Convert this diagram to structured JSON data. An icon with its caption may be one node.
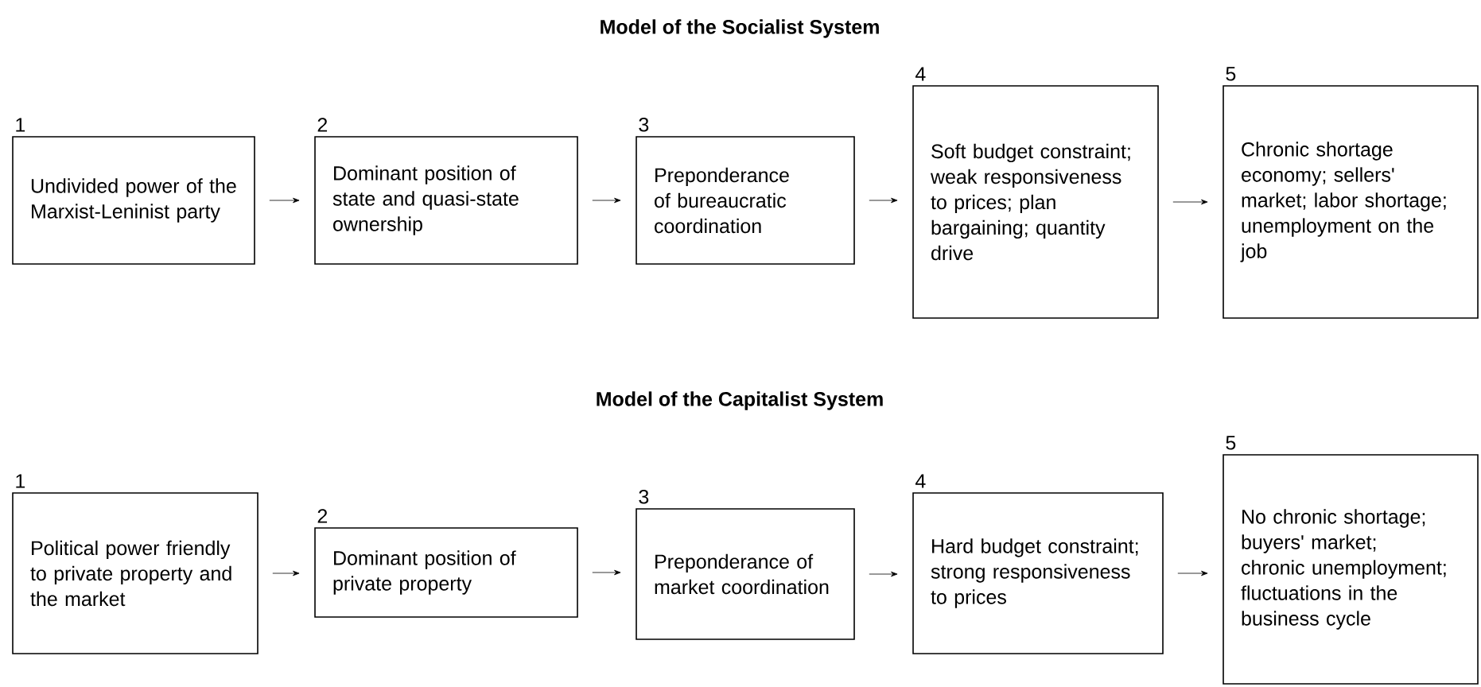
{
  "diagram": {
    "nodes": [
      {
        "text": [
          "Undivided power of the Marxist-Leninist party"
        ],
        "beside": [
          "1"
        ]
      },
      {
        "text": [
          "Dominant position of state and quasi-state ownership"
        ],
        "beside": [
          "2"
        ]
      },
      {
        "text": [
          "Preponderance of bureaucratic coordination"
        ],
        "beside": [
          "3"
        ]
      },
      {
        "text": [
          "Soft budget constraint; weak responsiveness to prices; plan bargaining; quantity drive"
        ],
        "beside": [
          "4"
        ]
      },
      {
        "text": [
          "Chronic shortage economy; sellers' market; labor shortage; unemployment on the job"
        ],
        "beside": [
          "5"
        ]
      },
      {
        "text": [
          "Political power friendly to private property and the market"
        ],
        "beside": [
          "1"
        ]
      },
      {
        "text": [
          "Dominant position of private property"
        ],
        "beside": [
          "2"
        ]
      },
      {
        "text": [
          "Preponderance of market coordination"
        ],
        "beside": [
          "3"
        ]
      },
      {
        "text": [
          "Hard budget constraint; strong responsiveness to prices"
        ],
        "beside": [
          "4"
        ]
      },
      {
        "text": [
          "No chronic shortage; buyers' market; chronic unemployment; fluctuations in the business cycle"
        ],
        "beside": [
          "5"
        ]
      }
    ],
    "edges": [
      {
        "from": 0,
        "to": 1,
        "arrow": "to"
      },
      {
        "from": 1,
        "to": 2,
        "arrow": "to"
      },
      {
        "from": 2,
        "to": 3,
        "arrow": "to"
      },
      {
        "from": 3,
        "to": 4,
        "arrow": "to"
      },
      {
        "from": 5,
        "to": 6,
        "arrow": "to"
      },
      {
        "from": 6,
        "to": 7,
        "arrow": "to"
      },
      {
        "from": 7,
        "to": 8,
        "arrow": "to"
      },
      {
        "from": 8,
        "to": 9,
        "arrow": "to"
      }
    ],
    "labels": [
      "Model of the Socialist System",
      "Model of the Capitalist System"
    ]
  }
}
